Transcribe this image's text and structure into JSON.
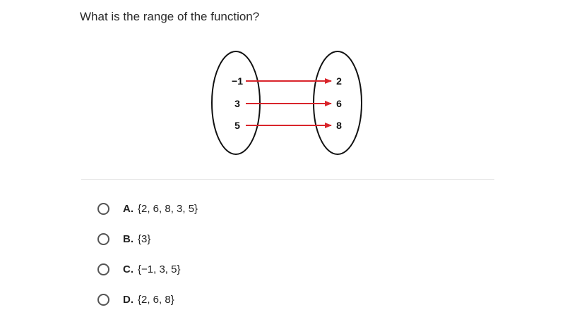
{
  "question": {
    "text": "What is the range of the function?"
  },
  "diagram": {
    "domain": [
      "−1",
      "3",
      "5"
    ],
    "range": [
      "2",
      "6",
      "8"
    ],
    "arrow_color": "#d9252b"
  },
  "choices": [
    {
      "letter": "A.",
      "text": "{2, 6, 8, 3, 5}"
    },
    {
      "letter": "B.",
      "text": "{3}"
    },
    {
      "letter": "C.",
      "text": "{−1, 3, 5}"
    },
    {
      "letter": "D.",
      "text": "{2, 6, 8}"
    }
  ]
}
